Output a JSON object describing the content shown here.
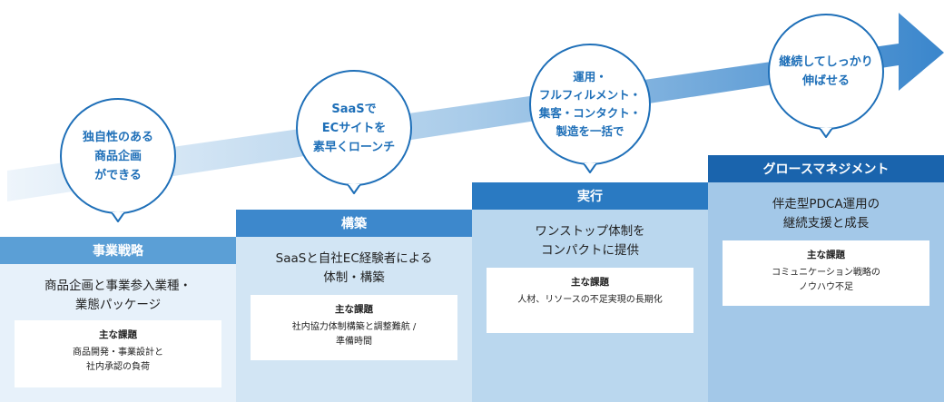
{
  "stages": [
    {
      "name": "事業戦略",
      "bubble": "独自性のある\n商品企画\nができる",
      "description": "商品企画と事業参入業種・\n業態パッケージ",
      "issue_title": "主な課題",
      "issue_text": "商品開発・事業設計と\n社内承認の負荷"
    },
    {
      "name": "構築",
      "bubble": "SaaSで\nECサイトを\n素早くローンチ",
      "description": "SaaSと自社EC経験者による\n体制・構築",
      "issue_title": "主な課題",
      "issue_text": "社内協力体制構築と調整難航 /\n準備時間"
    },
    {
      "name": "実行",
      "bubble": "運用・\nフルフィルメント・\n集客・コンタクト・\n製造を一括で",
      "description": "ワンストップ体制を\nコンパクトに提供",
      "issue_title": "主な課題",
      "issue_text": "人材、リソースの不足実現の長期化"
    },
    {
      "name": "グロースマネジメント",
      "bubble": "継続してしっかり\n伸ばせる",
      "description": "伴走型PDCA運用の\n継続支援と成長",
      "issue_title": "主な課題",
      "issue_text": "コミュニケーション戦略の\nノウハウ不足"
    }
  ],
  "colors": {
    "accent": "#1e6fb8",
    "arrow_start": "#e9f2fa",
    "arrow_end": "#3a86cc"
  }
}
